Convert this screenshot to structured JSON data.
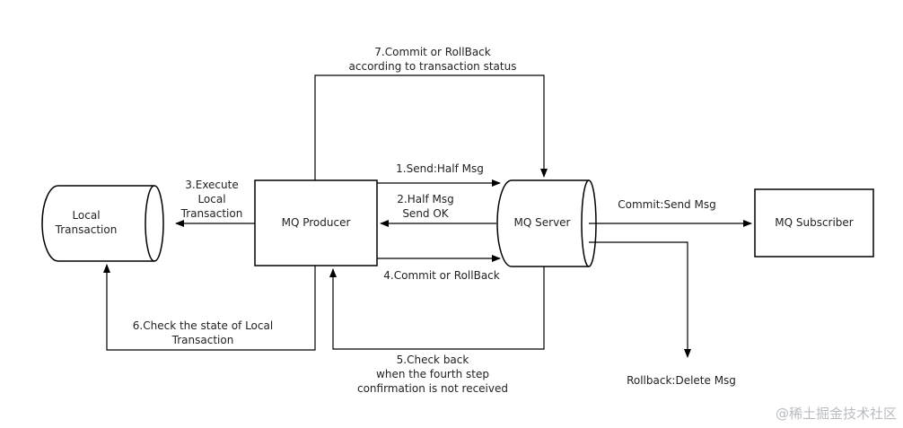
{
  "nodes": {
    "local_transaction": [
      "Local",
      "Transaction"
    ],
    "mq_producer": "MQ Producer",
    "mq_server": "MQ Server",
    "mq_subscriber": "MQ Subscriber"
  },
  "edges": {
    "step7": [
      "7.Commit or RollBack",
      "according to transaction status"
    ],
    "step1": "1.Send:Half Msg",
    "step2": [
      "2.Half Msg",
      "Send OK"
    ],
    "step3": [
      "3.Execute",
      "Local",
      "Transaction"
    ],
    "step4": "4.Commit or RollBack",
    "step5": [
      "5.Check back",
      "when the fourth step",
      "confirmation is not received"
    ],
    "step6": [
      "6.Check the state of Local",
      "Transaction"
    ],
    "commit": "Commit:Send Msg",
    "rollback": "Rollback:Delete Msg"
  },
  "watermark": "@稀土掘金技术社区",
  "colors": {
    "stroke": "#000000",
    "text": "#222222",
    "watermark": "#b8bcc2"
  }
}
